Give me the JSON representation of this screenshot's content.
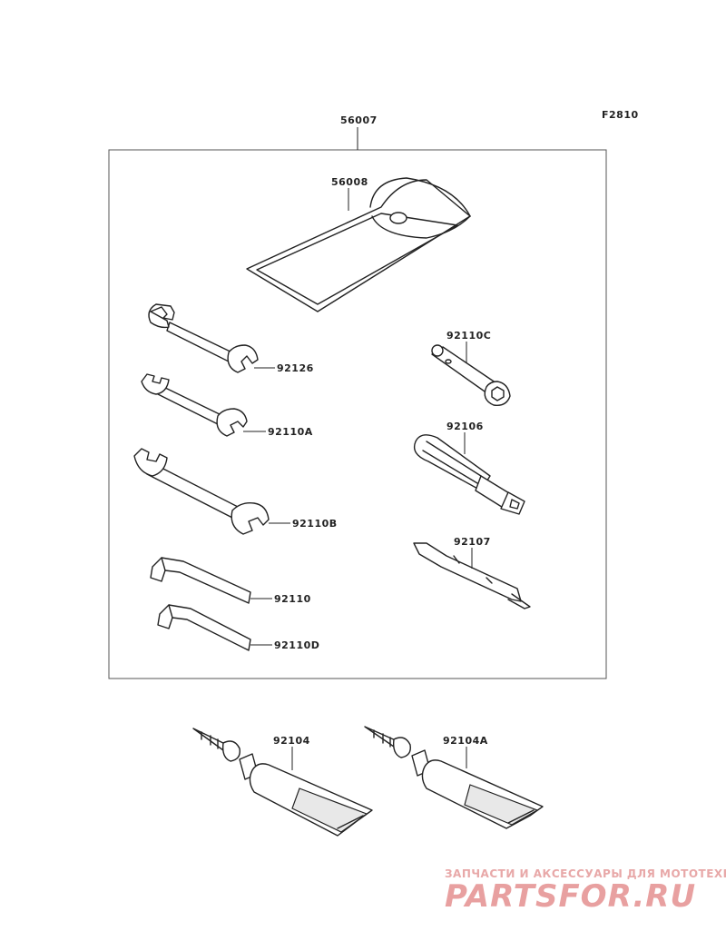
{
  "figure_code": "F2810",
  "parts": {
    "toolkit": "56007",
    "tool_bag": "56008",
    "wrench_92126": "92126",
    "wrench_92110a": "92110A",
    "wrench_92110b": "92110B",
    "hex_key_92110": "92110",
    "hex_key_92110d": "92110D",
    "box_wrench": "92110C",
    "driver_handle": "92106",
    "screwdriver_bit": "92107",
    "grease_tube_1": "92104",
    "grease_tube_2": "92104A"
  },
  "watermark": {
    "tagline": "ЗАПЧАСТИ И АКСЕССУАРЫ ДЛЯ МОТОТЕХНИКИ",
    "brand": "PARTSFOR.RU"
  }
}
